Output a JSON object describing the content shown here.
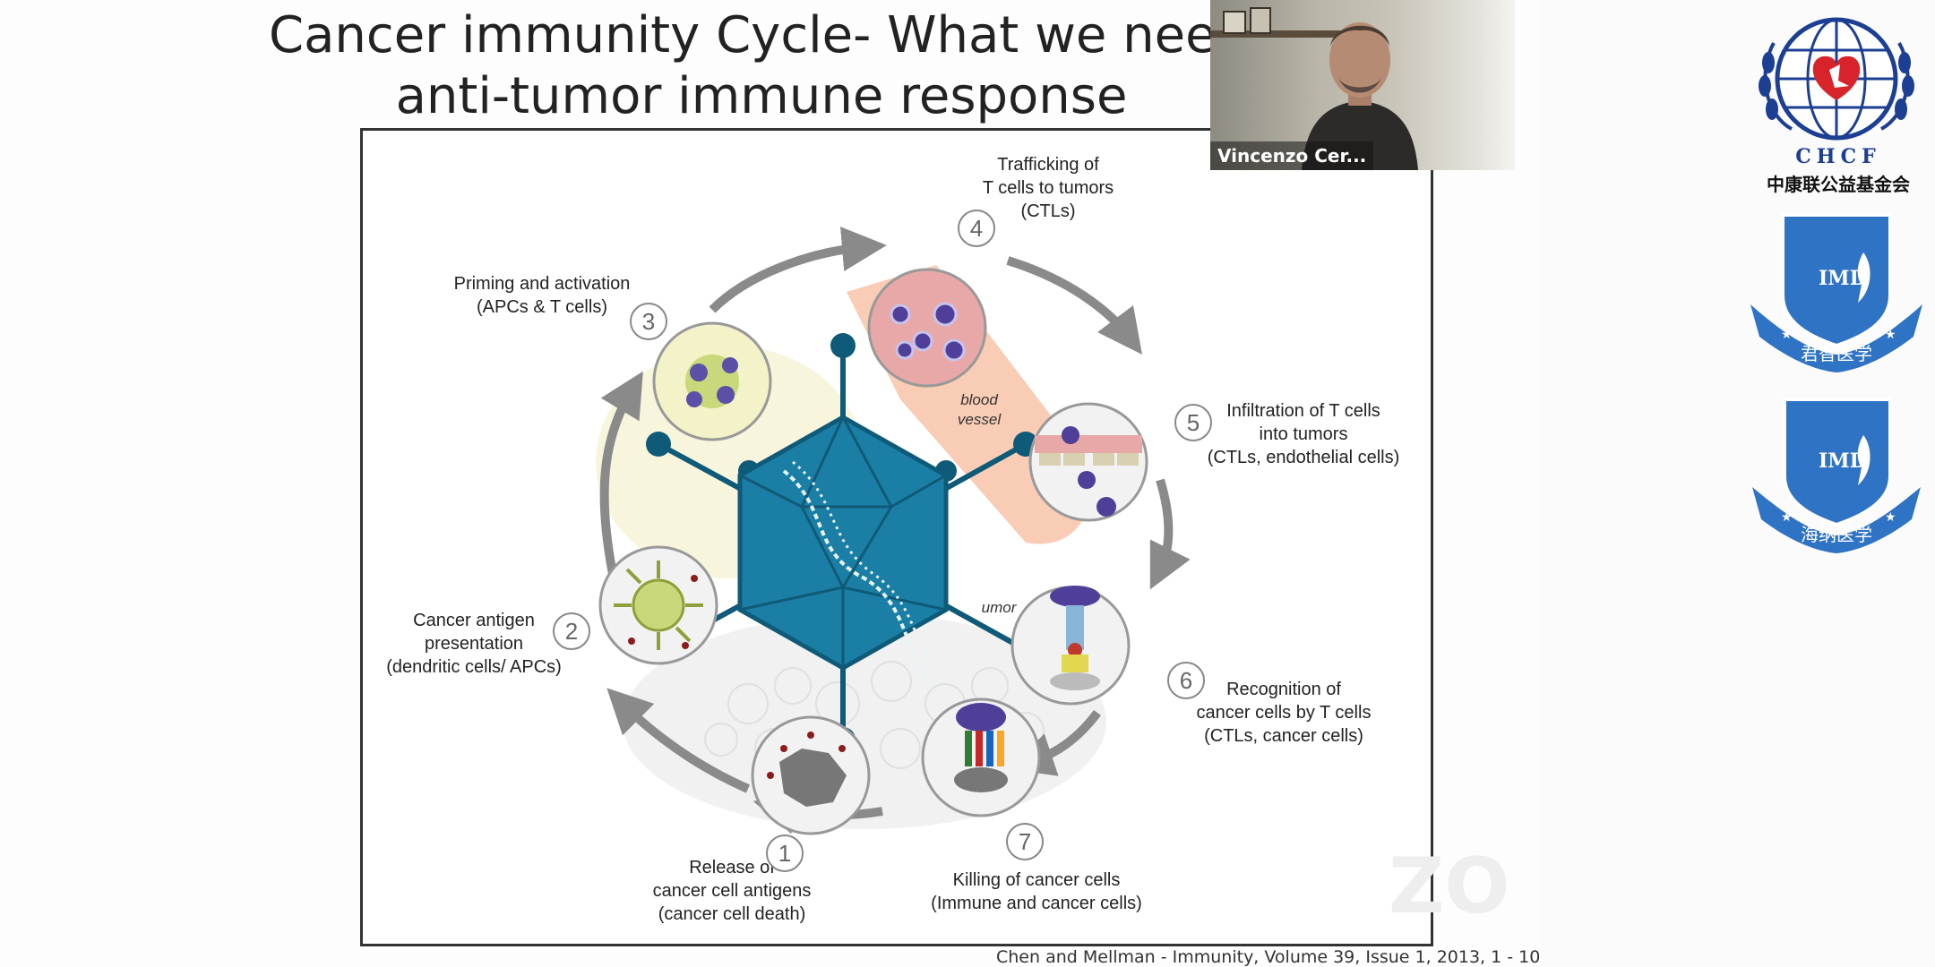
{
  "slide": {
    "title": "Cancer immunity Cycle- What we need t\nanti-tumor immune response",
    "citation": "Chen and Mellman - Immunity, Volume 39, Issue 1, 2013, 1 - 10",
    "watermark": "ZO"
  },
  "diagram": {
    "steps": [
      {
        "number": "1",
        "label": "Release of\ncancer cell antigens\n(cancer cell death)"
      },
      {
        "number": "2",
        "label": "Cancer antigen\npresentation\n(dendritic cells/ APCs)"
      },
      {
        "number": "3",
        "label": "Priming and activation\n(APCs & T cells)"
      },
      {
        "number": "4",
        "label": "Trafficking of\nT cells to tumors\n(CTLs)"
      },
      {
        "number": "5",
        "label": "Infiltration of T cells\ninto tumors\n(CTLs, endothelial cells)"
      },
      {
        "number": "6",
        "label": "Recognition of\ncancer cells by T cells\n(CTLs, cancer cells)"
      },
      {
        "number": "7",
        "label": "Killing of cancer cells\n(Immune and cancer cells)"
      }
    ],
    "blood_vessel_label": "blood\nvessel",
    "tumor_label": "umor",
    "colors": {
      "virus": "#1b7fa5",
      "virus_dark": "#0f5a78",
      "arrow": "#8a8a8a"
    }
  },
  "video": {
    "participant_name": "Vincenzo Cer..."
  },
  "sidebar_logos": [
    {
      "name": "chcf-logo",
      "text_en": "CHCF",
      "text_cn": "中康联公益基金会"
    },
    {
      "name": "imd-junzhi-logo",
      "text_en": "IMD",
      "text_cn": "君智医学"
    },
    {
      "name": "imd-haina-logo",
      "text_en": "IMD",
      "text_cn": "海纳医学"
    }
  ]
}
